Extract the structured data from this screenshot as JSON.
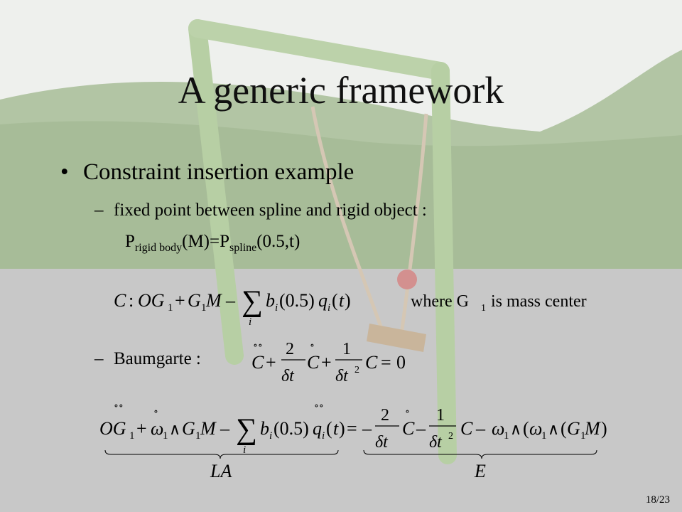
{
  "slide": {
    "title": "A generic framework",
    "bullet": "Constraint insertion example",
    "sub_line1": "fixed point between spline and rigid object :",
    "sub_line2": {
      "p1": "P",
      "sub1": "rigid body",
      "mid": "(M)=P",
      "sub2": "spline",
      "end": "(0.5,t)"
    },
    "baumgarte_label": "Baumgarte :",
    "where_text": "where G",
    "where_sub": "1",
    "where_end": " is mass center",
    "la_label": "LA",
    "e_label": "E",
    "page_number": "18/23"
  },
  "background": {
    "sky": "#eef0ed",
    "hills": "#a9be9a",
    "ground": "#c7c7c7",
    "pole": "#b7cfa4",
    "seat": "#c9b59b",
    "red_ball": "#d3908f"
  }
}
